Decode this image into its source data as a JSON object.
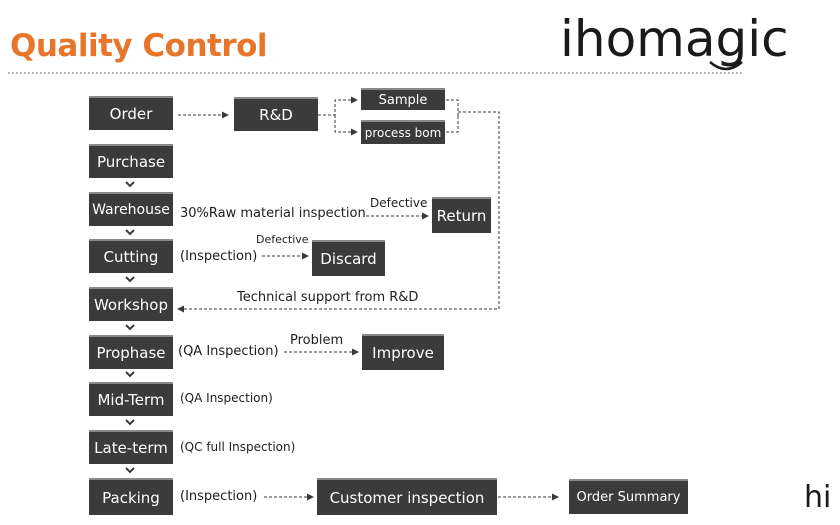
{
  "header": {
    "title": "Quality Control",
    "logo_text": "ihomagic",
    "corner_mark": "hi"
  },
  "accent_color": "#e8762a",
  "box_color": "#3b3b3b",
  "nodes": {
    "order": "Order",
    "purchase": "Purchase",
    "warehouse": "Warehouse",
    "cutting": "Cutting",
    "workshop": "Workshop",
    "prophase": "Prophase",
    "midterm": "Mid-Term",
    "lateterm": "Late-term",
    "packing": "Packing",
    "rd": "R&D",
    "sample": "Sample",
    "process_bom": "process bom",
    "return": "Return",
    "discard": "Discard",
    "improve": "Improve",
    "customer_inspection": "Customer inspection",
    "order_summary": "Order Summary"
  },
  "labels": {
    "raw_inspection": "30%Raw material inspection",
    "defective_1": "Defective",
    "cutting_inspection": "(Inspection)",
    "defective_2": "Defective",
    "tech_support": "Technical support from R&D",
    "qa_inspection_1": "(QA Inspection)",
    "problem": "Problem",
    "qa_inspection_2": "(QA Inspection)",
    "qc_full": "(QC full Inspection)",
    "packing_inspection": "(Inspection)"
  }
}
